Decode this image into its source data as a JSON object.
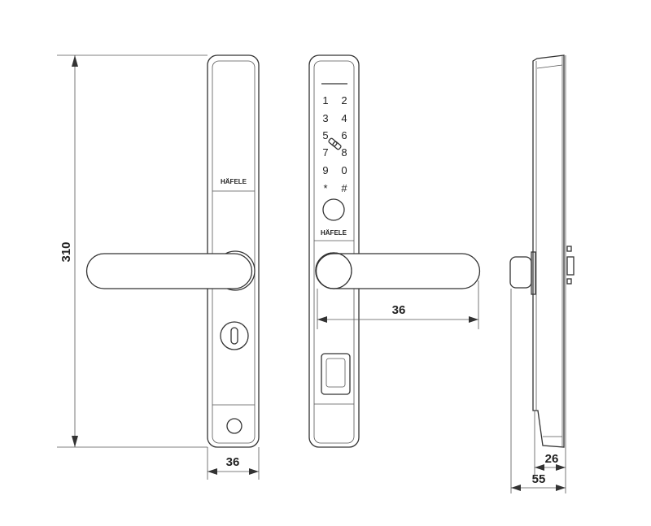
{
  "title": "Lock handle dimension drawing",
  "brand": "HÄFELE",
  "dimensions": {
    "height": "310",
    "plate_width": "36",
    "lever_length": "36",
    "side_depth_inner": "26",
    "side_depth_total": "55"
  },
  "keypad": [
    "1",
    "2",
    "3",
    "4",
    "5",
    "6",
    "7",
    "8",
    "9",
    "0",
    "*",
    "#"
  ],
  "colors": {
    "line": "#333333",
    "background": "#ffffff"
  }
}
